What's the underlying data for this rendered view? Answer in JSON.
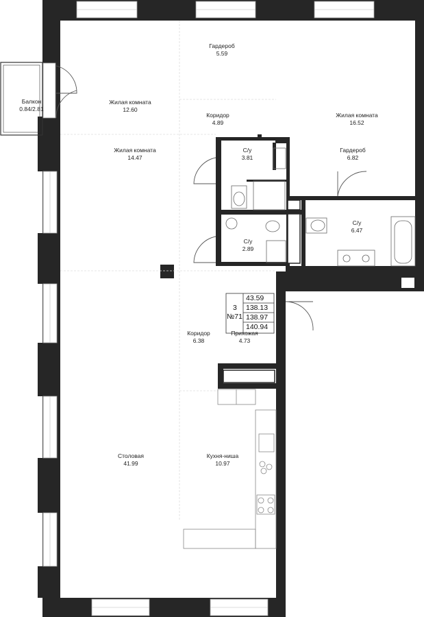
{
  "rooms": [
    {
      "id": "wardrobe-top",
      "name": "Гардероб",
      "area": "5.59"
    },
    {
      "id": "balcony",
      "name": "Балкон",
      "area": "0.84/2.81"
    },
    {
      "id": "living-1",
      "name": "Жилая комната",
      "area": "12.60"
    },
    {
      "id": "corridor-1",
      "name": "Коридор",
      "area": "4.89"
    },
    {
      "id": "living-2",
      "name": "Жилая комната",
      "area": "16.52"
    },
    {
      "id": "living-3",
      "name": "Жилая комната",
      "area": "14.47"
    },
    {
      "id": "bath-1",
      "name": "С/у",
      "area": "3.81"
    },
    {
      "id": "wardrobe-2",
      "name": "Гардероб",
      "area": "6.82"
    },
    {
      "id": "bath-2",
      "name": "С/у",
      "area": "6.47"
    },
    {
      "id": "bath-3",
      "name": "С/у",
      "area": "2.89"
    },
    {
      "id": "corridor-2",
      "name": "Коридор",
      "area": "6.38"
    },
    {
      "id": "hall",
      "name": "Прихожая",
      "area": "4.73"
    },
    {
      "id": "dining",
      "name": "Столовая",
      "area": "41.99"
    },
    {
      "id": "kitchen",
      "name": "Кухня-ниша",
      "area": "10.97"
    }
  ],
  "apartment": {
    "rooms_count": "3",
    "number": "№71",
    "areas": [
      "43.59",
      "138.13",
      "138.97",
      "140.94"
    ]
  }
}
